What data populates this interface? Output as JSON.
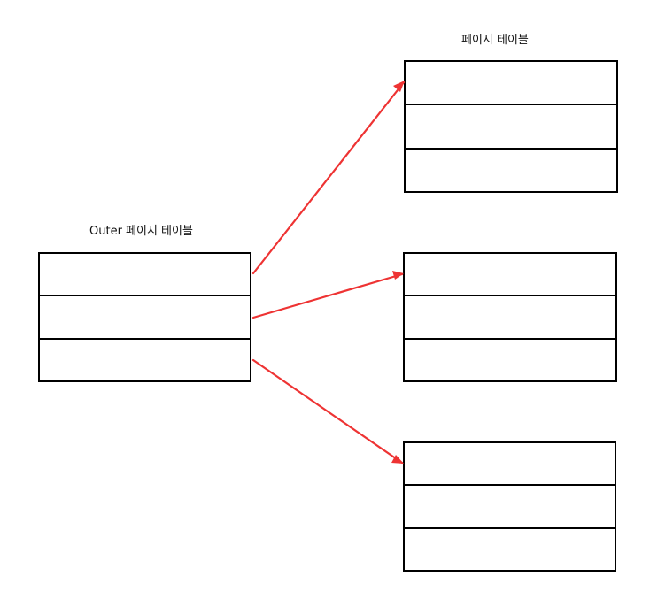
{
  "labels": {
    "outer_table": "Outer 페이지 테이블",
    "page_table": "페이지 테이블"
  },
  "colors": {
    "arrow": "#ee3333",
    "border": "#000000"
  },
  "diagram": {
    "outer_entries": 3,
    "page_tables": 3,
    "entries_per_page_table": 3
  }
}
